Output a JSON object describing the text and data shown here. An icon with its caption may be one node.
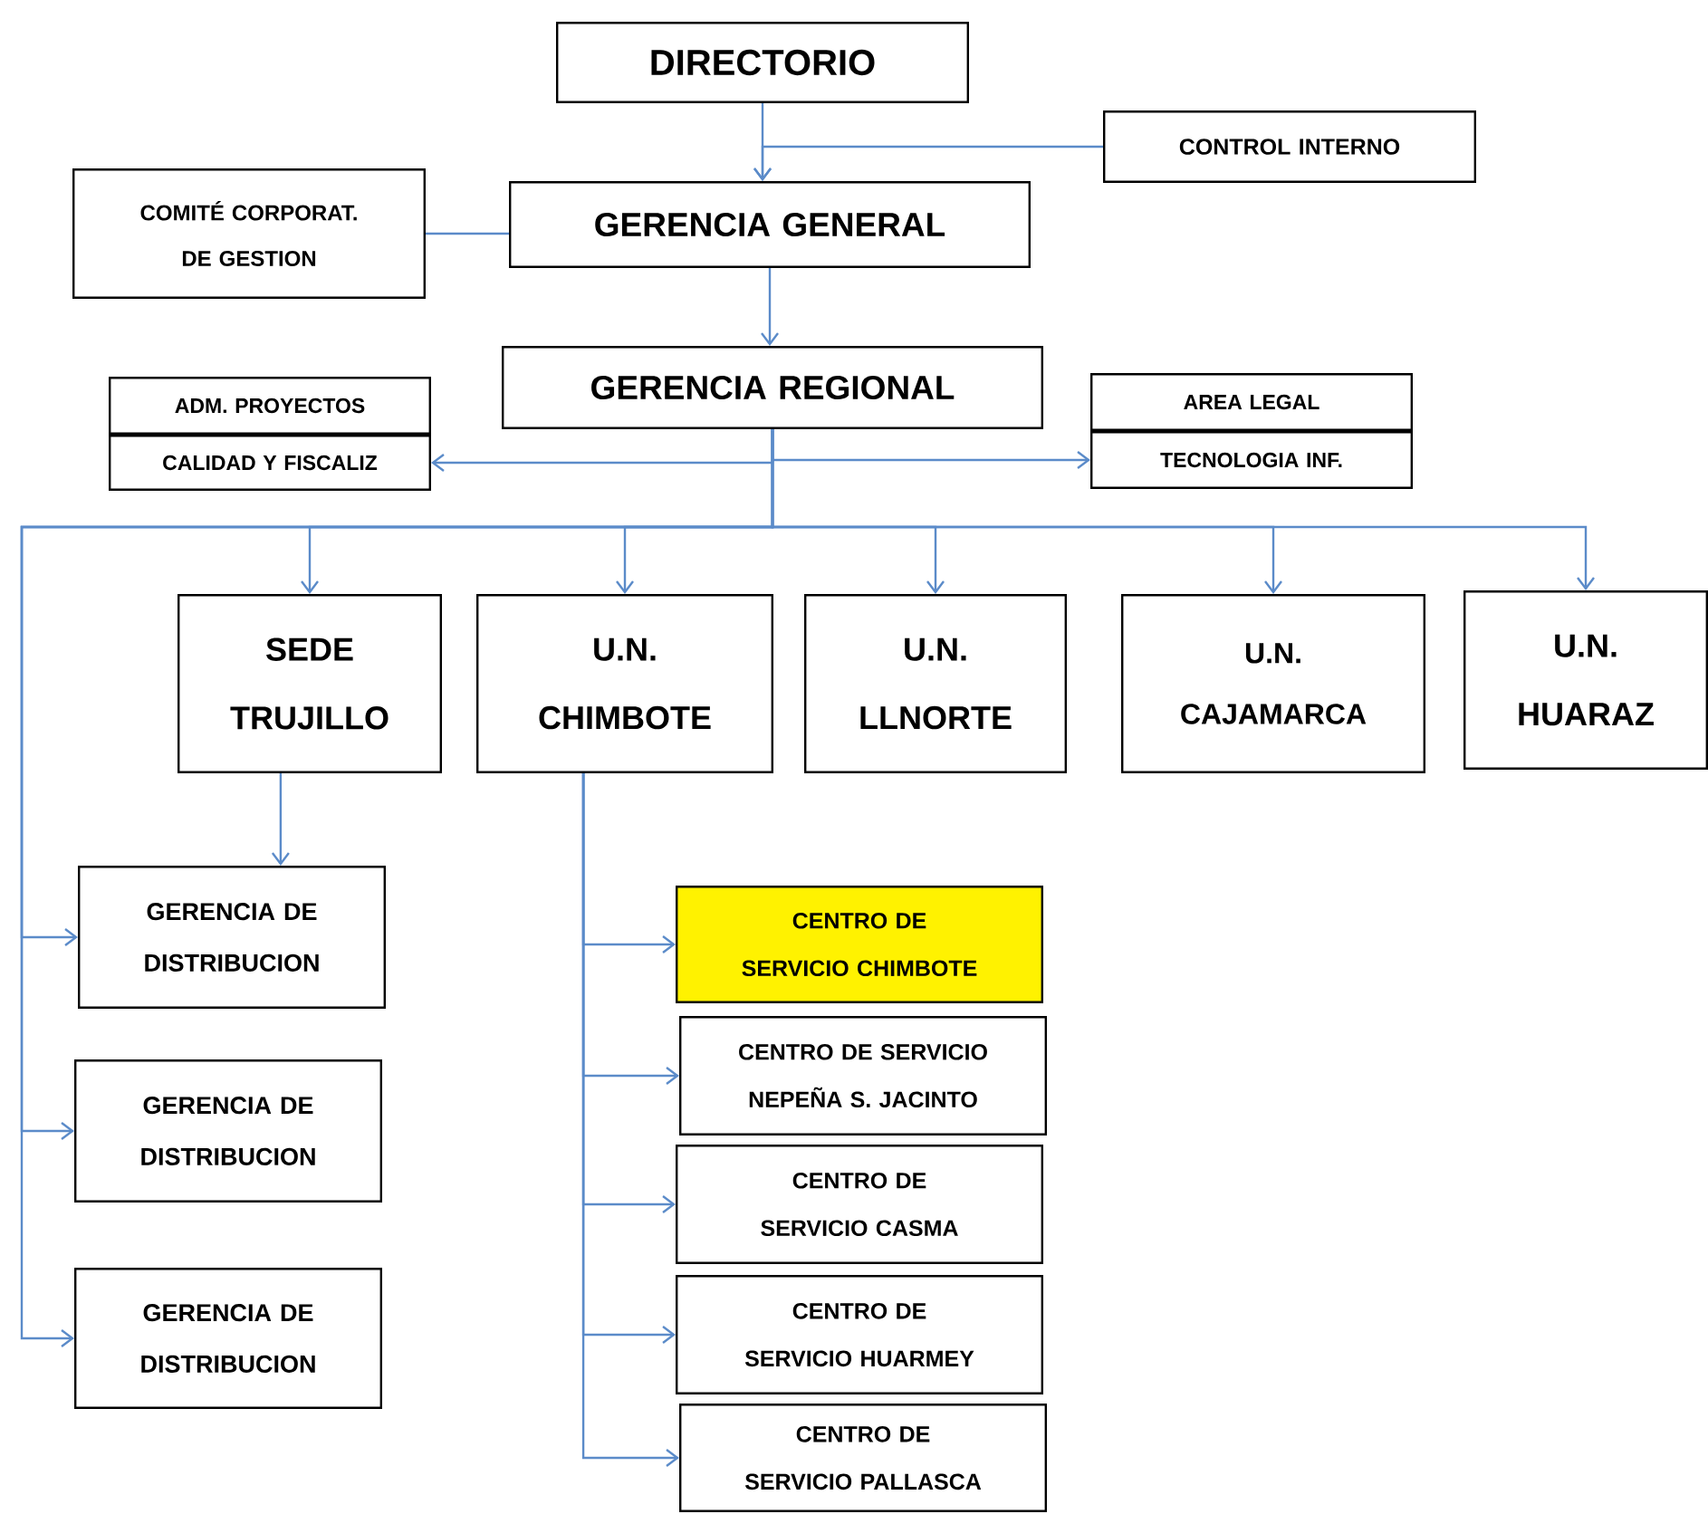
{
  "diagram": {
    "nodes": [
      {
        "text": [
          "DIRECTORIO"
        ]
      },
      {
        "text": [
          "CONTROL INTERNO"
        ]
      },
      {
        "text": [
          "COMITÉ CORPORAT. DE GESTION"
        ]
      },
      {
        "text": [
          "GERENCIA GENERAL"
        ]
      },
      {
        "text": [
          "GERENCIA REGIONAL"
        ]
      },
      {
        "text": [
          "ADM. PROYECTOS"
        ]
      },
      {
        "text": [
          "CALIDAD Y FISCALIZ"
        ]
      },
      {
        "text": [
          "AREA LEGAL"
        ]
      },
      {
        "text": [
          "TECNOLOGIA INF."
        ]
      },
      {
        "text": [
          "SEDE TRUJILLO"
        ]
      },
      {
        "text": [
          "U.N. CHIMBOTE"
        ]
      },
      {
        "text": [
          "U.N. LLNORTE"
        ]
      },
      {
        "text": [
          "U.N. CAJAMARCA"
        ]
      },
      {
        "text": [
          "U.N. HUARAZ"
        ]
      },
      {
        "text": [
          "GERENCIA DE DISTRIBUCION"
        ]
      },
      {
        "text": [
          "GERENCIA DE DISTRIBUCION"
        ]
      },
      {
        "text": [
          "GERENCIA DE DISTRIBUCION"
        ]
      },
      {
        "text": [
          "CENTRO DE SERVICIO CHIMBOTE"
        ]
      },
      {
        "text": [
          "CENTRO DE SERVICIO NEPEÑA S. JACINTO"
        ]
      },
      {
        "text": [
          "CENTRO DE SERVICIO CASMA"
        ]
      },
      {
        "text": [
          "CENTRO DE SERVICIO HUARMEY"
        ]
      },
      {
        "text": [
          "CENTRO DE SERVICIO PALLASCA"
        ]
      }
    ],
    "edges": [
      {
        "from": 0,
        "to": 3,
        "arrow": "to"
      },
      {
        "from": 1,
        "to": 3,
        "arrow": "to"
      },
      {
        "from": 2,
        "to": 3,
        "arrow": "none"
      },
      {
        "from": 3,
        "to": 4,
        "arrow": "to"
      },
      {
        "from": 4,
        "to": 6,
        "arrow": "to"
      },
      {
        "from": 4,
        "to": 8,
        "arrow": "to"
      },
      {
        "from": 4,
        "to": 9,
        "arrow": "to"
      },
      {
        "from": 4,
        "to": 10,
        "arrow": "to"
      },
      {
        "from": 4,
        "to": 11,
        "arrow": "to"
      },
      {
        "from": 4,
        "to": 12,
        "arrow": "to"
      },
      {
        "from": 4,
        "to": 13,
        "arrow": "to"
      },
      {
        "from": 4,
        "to": 14,
        "arrow": "to"
      },
      {
        "from": 4,
        "to": 15,
        "arrow": "to"
      },
      {
        "from": 4,
        "to": 16,
        "arrow": "to"
      },
      {
        "from": 9,
        "to": 14,
        "arrow": "to"
      },
      {
        "from": 10,
        "to": 17,
        "arrow": "to"
      },
      {
        "from": 10,
        "to": 18,
        "arrow": "to"
      },
      {
        "from": 10,
        "to": 19,
        "arrow": "to"
      },
      {
        "from": 10,
        "to": 20,
        "arrow": "to"
      },
      {
        "from": 10,
        "to": 21,
        "arrow": "to"
      }
    ]
  }
}
